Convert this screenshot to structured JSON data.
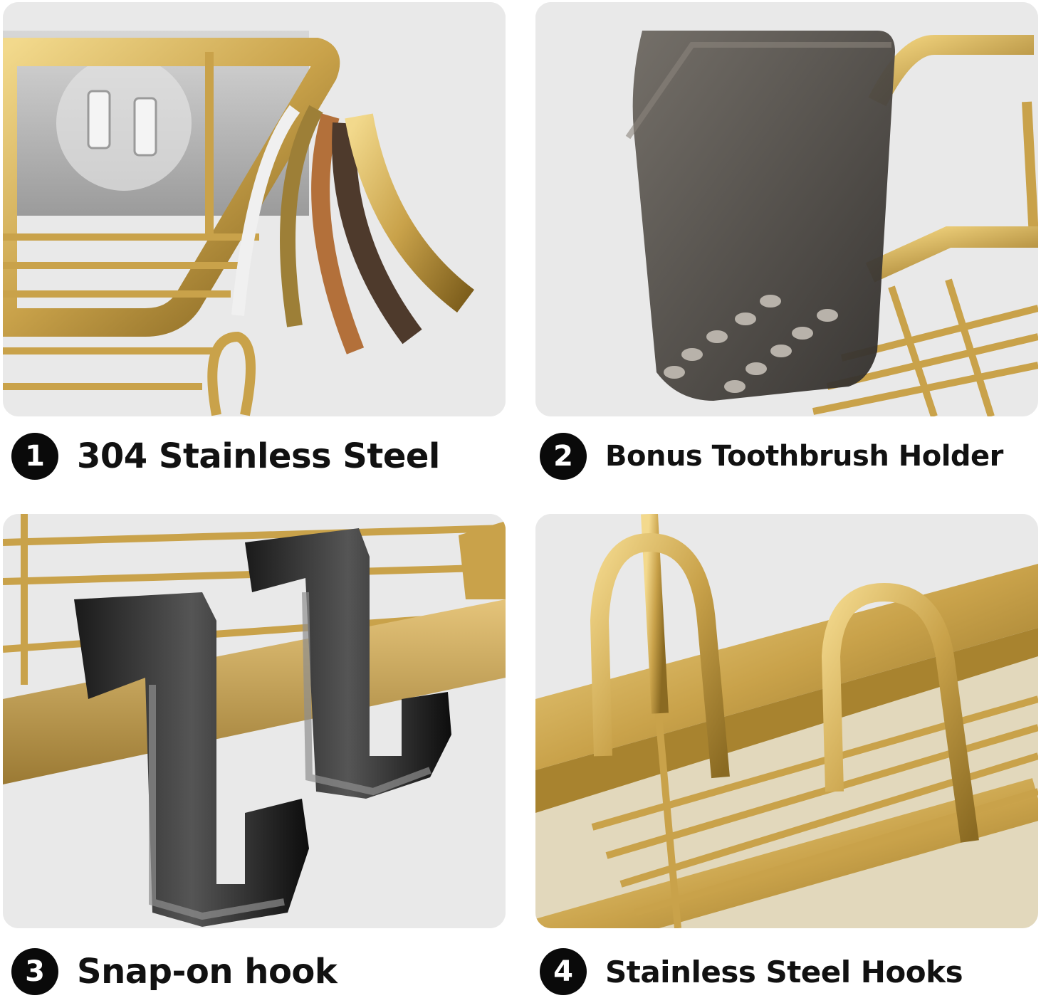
{
  "panels": [
    {
      "number": "1",
      "caption": "304 Stainless Steel",
      "image": "shelf-corner-with-steel-layers",
      "background": "#e9e9e9"
    },
    {
      "number": "2",
      "caption": "Bonus Toothbrush Holder",
      "image": "translucent-toothbrush-cup-on-rack",
      "background": "#e9e9e9"
    },
    {
      "number": "3",
      "caption": "Snap-on hook",
      "image": "black-hooks-on-gold-rail",
      "background": "#e9e9e9"
    },
    {
      "number": "4",
      "caption": "Stainless Steel Hooks",
      "image": "gold-u-hooks-on-shelf",
      "background": "#e9e9e9"
    }
  ],
  "colors": {
    "gold": "#c9a24a",
    "gold_dark": "#8a6a22",
    "badge": "#0a0a0a",
    "text": "#111111"
  }
}
